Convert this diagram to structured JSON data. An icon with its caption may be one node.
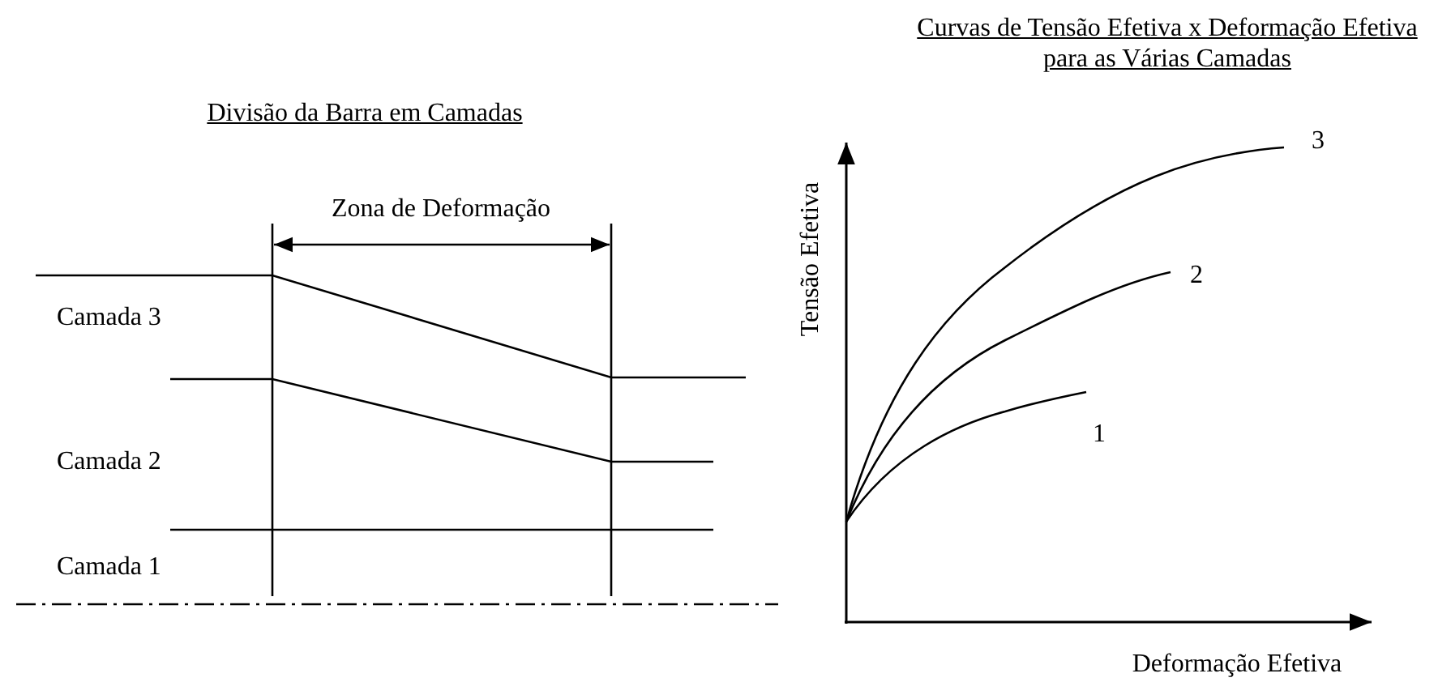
{
  "diagram": {
    "labels": [
      "Divisão da Barra em Camadas",
      "Zona de Deformação",
      "Camada 3",
      "Camada 2",
      "Camada 1",
      "Curvas de Tensão Efetiva x Deformação Efetiva para as Várias Camadas",
      "Tensão Efetiva",
      "3",
      "2",
      "1",
      "Deformação Efetiva"
    ]
  }
}
